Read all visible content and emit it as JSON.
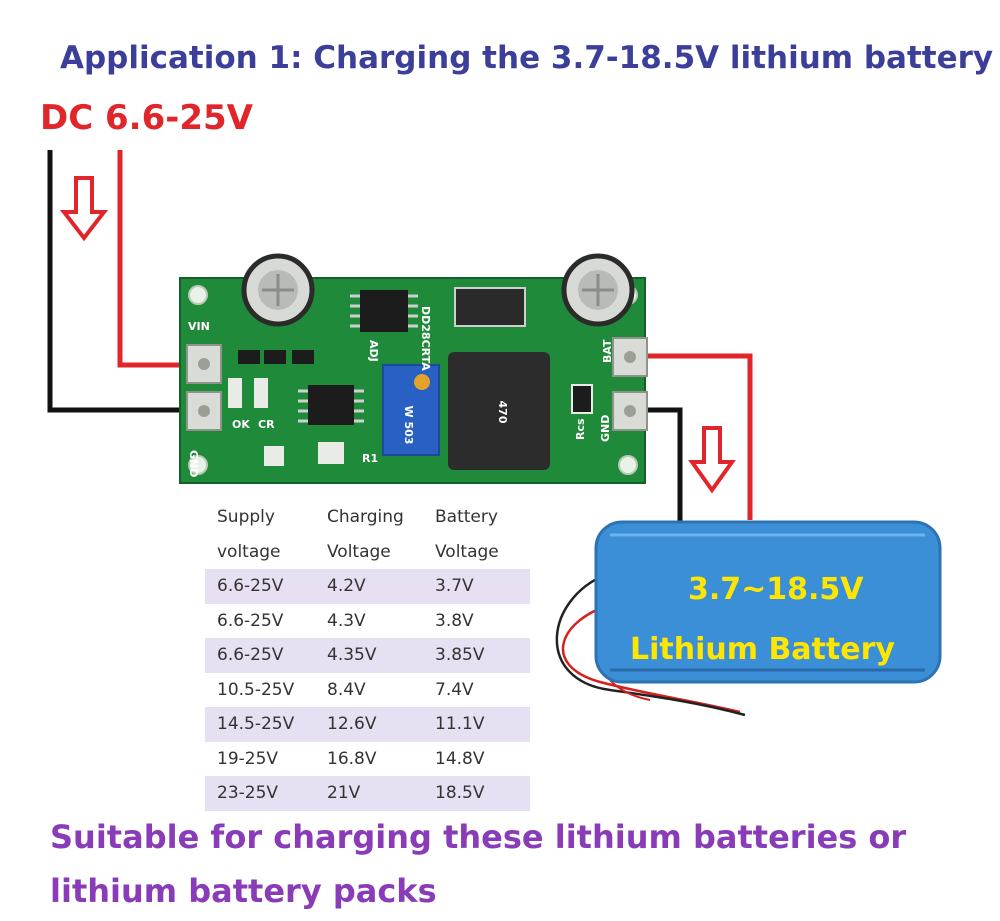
{
  "title": "Application 1: Charging the 3.7-18.5V lithium battery",
  "input_label": "DC 6.6-25V",
  "board": {
    "vin_label": "VIN",
    "gnd_in_label": "GND",
    "bat_label": "BAT",
    "gnd_out_label": "GND",
    "rcs_label": "Rcs",
    "ok_label": "OK",
    "cr_label": "CR",
    "r1_label": "R1",
    "adj_label": "ADJ",
    "inductor_label": "470",
    "pot_label": "W 503",
    "model_label": "DD28CRTA"
  },
  "battery": {
    "voltage_label": "3.7~18.5V",
    "name_label": "Lithium Battery"
  },
  "table": {
    "headers": [
      [
        "Supply",
        "voltage"
      ],
      [
        "Charging",
        "Voltage"
      ],
      [
        "Battery",
        "Voltage"
      ]
    ],
    "rows": [
      [
        "6.6-25V",
        "4.2V",
        "3.7V"
      ],
      [
        "6.6-25V",
        "4.3V",
        "3.8V"
      ],
      [
        "6.6-25V",
        "4.35V",
        "3.85V"
      ],
      [
        "10.5-25V",
        "8.4V",
        "7.4V"
      ],
      [
        "14.5-25V",
        "12.6V",
        "11.1V"
      ],
      [
        "19-25V",
        "16.8V",
        "14.8V"
      ],
      [
        "23-25V",
        "21V",
        "18.5V"
      ]
    ]
  },
  "footer": [
    "Suitable for charging these lithium batteries or",
    "lithium battery packs"
  ],
  "colors": {
    "title": "#3b3f9a",
    "input_label": "#e0252b",
    "footer": "#8a3cb8",
    "pcb": "#1f8a3a",
    "battery": "#3a8fd6",
    "battery_text": "#ffe600",
    "table_shade": "#e6e0f2"
  }
}
